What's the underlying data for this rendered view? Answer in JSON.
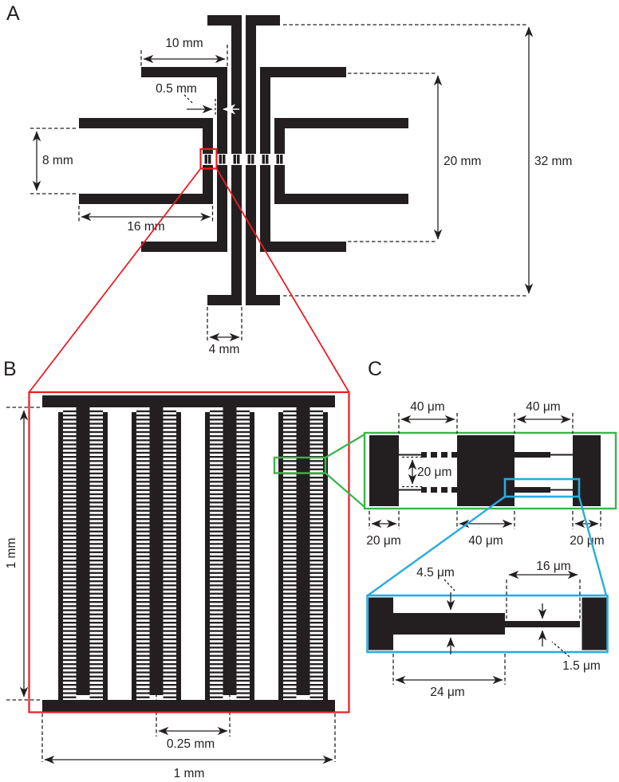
{
  "panels": {
    "a": "A",
    "b": "B",
    "c": "C"
  },
  "panel_a": {
    "dims": {
      "top_arm_length": "10 mm",
      "electrode_gap": "0.5 mm",
      "fork_opening_height": "8 mm",
      "fork_arm_length": "16 mm",
      "mid_span_height": "20 mm",
      "total_height": "32 mm",
      "pad_width": "4 mm"
    }
  },
  "panel_b": {
    "dims": {
      "array_height": "1 mm",
      "electrode_pitch": "0.25 mm",
      "array_width": "1 mm"
    }
  },
  "panel_c": {
    "green_inset": {
      "dims": {
        "left_gap": "40 μm",
        "right_gap": "40 μm",
        "finger_spacing": "20 μm",
        "left_bar_width": "20 μm",
        "mid_bar_width": "40 μm",
        "right_bar_width": "20 μm"
      }
    },
    "blue_inset": {
      "dims": {
        "finger_thickness": "4.5 μm",
        "constriction_length": "16 μm",
        "constriction_thickness": "1.5 μm",
        "finger_length": "24 μm"
      }
    }
  },
  "colors": {
    "ink": "#231f20",
    "red": "#ec1c24",
    "green": "#3ab54a",
    "blue": "#29abe2"
  }
}
